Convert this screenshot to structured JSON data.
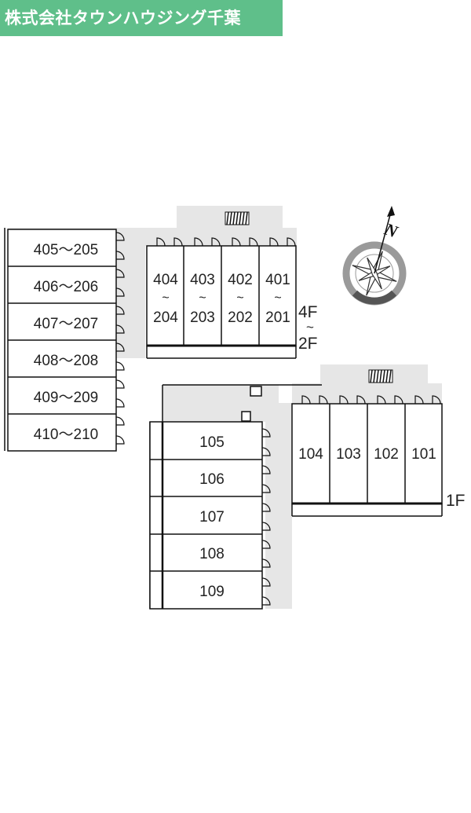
{
  "brand": {
    "label": "株式会社タウンハウジング千葉"
  },
  "compass": {
    "north_label": "N"
  },
  "floor_labels": {
    "upper_from": "4F",
    "tilde": "~",
    "upper_to": "2F",
    "ground": "1F"
  },
  "west_block_units": [
    "405～205",
    "406～206",
    "407～207",
    "408～208",
    "409～209",
    "410～210"
  ],
  "upper_units": [
    {
      "top": "404",
      "mid": "~",
      "bottom": "204"
    },
    {
      "top": "403",
      "mid": "~",
      "bottom": "203"
    },
    {
      "top": "402",
      "mid": "~",
      "bottom": "202"
    },
    {
      "top": "401",
      "mid": "~",
      "bottom": "201"
    }
  ],
  "ground_units_left": [
    "105",
    "106",
    "107",
    "108",
    "109"
  ],
  "ground_units_right": [
    "104",
    "103",
    "102",
    "101"
  ],
  "colors": {
    "brand_bg": "#5fbf8a",
    "corridor": "#e6e6e6",
    "line": "#111111"
  }
}
